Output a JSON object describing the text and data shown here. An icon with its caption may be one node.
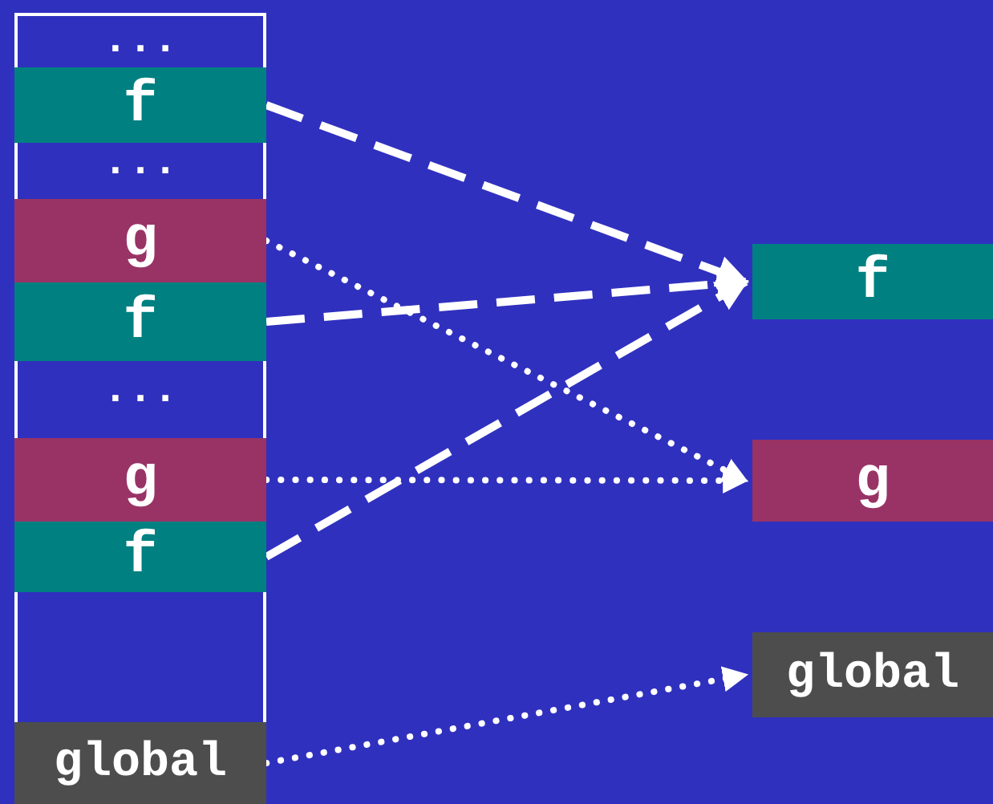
{
  "diagram": {
    "nodes": [
      {
        "text": [],
        "shape": "box"
      },
      {
        "text": [
          "f"
        ],
        "in": 0
      },
      {
        "text": [
          "g"
        ],
        "in": 0
      },
      {
        "text": [
          "f"
        ],
        "in": 0
      },
      {
        "text": [
          "g"
        ],
        "in": 0
      },
      {
        "text": [
          "f"
        ],
        "in": 0
      },
      {
        "text": [
          "global"
        ],
        "in": 0
      },
      {
        "text": [
          "f"
        ]
      },
      {
        "text": [
          "g"
        ]
      },
      {
        "text": [
          "global"
        ]
      }
    ],
    "edges": [
      {
        "from": 1,
        "to": 7,
        "arrow": "to",
        "style": "dashed"
      },
      {
        "from": 2,
        "to": 8,
        "arrow": "to"
      },
      {
        "from": 3,
        "to": 7,
        "arrow": "to",
        "style": "dashed"
      },
      {
        "from": 4,
        "to": 8,
        "arrow": "to"
      },
      {
        "from": 5,
        "to": 7,
        "arrow": "to",
        "style": "dashed"
      },
      {
        "from": 6,
        "to": 9,
        "arrow": "to"
      }
    ],
    "labels": [
      "...",
      "...",
      "..."
    ]
  }
}
